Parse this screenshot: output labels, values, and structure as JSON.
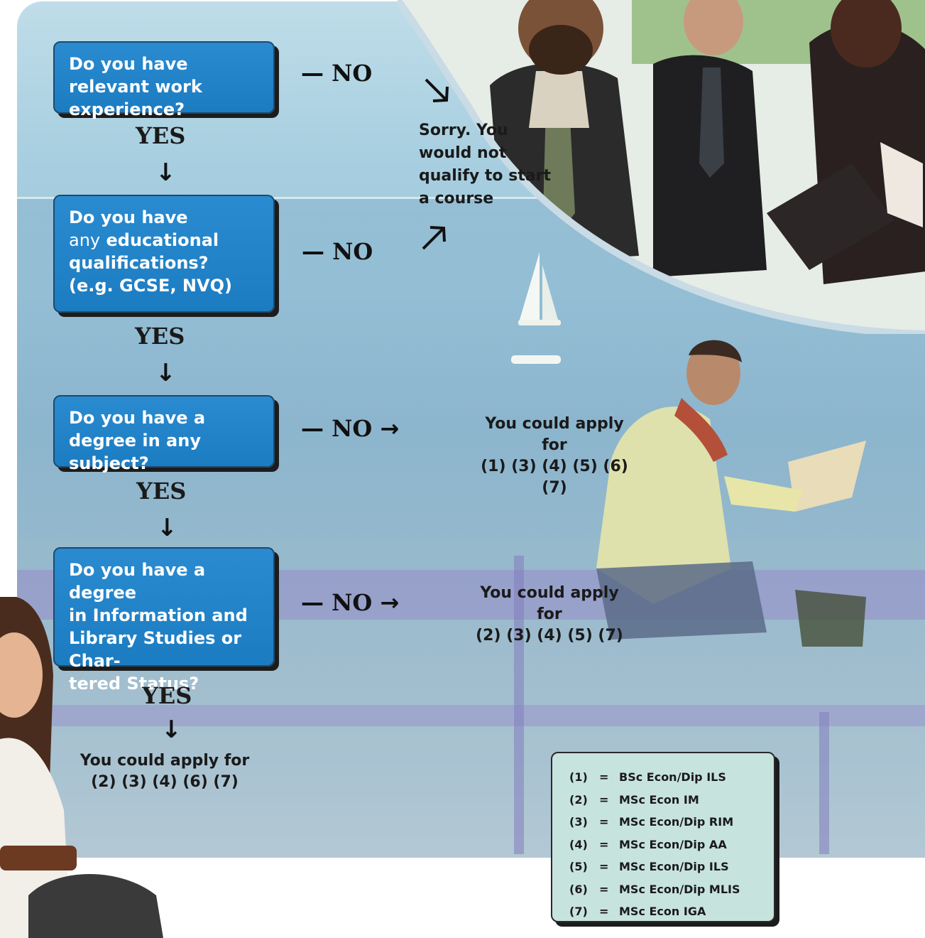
{
  "questions": [
    {
      "parts": [
        {
          "text": "Do you have relevant work experience?",
          "bold": true
        }
      ]
    },
    {
      "parts": [
        {
          "text": "Do you have",
          "bold": true
        },
        {
          "text": "any",
          "bold": false
        },
        {
          "text": "educational qualifications? (e.g. GCSE, NVQ)",
          "bold": true
        }
      ]
    },
    {
      "parts": [
        {
          "text": "Do you have a degree in any subject?",
          "bold": true
        }
      ]
    },
    {
      "parts": [
        {
          "text": "Do you have a degree in Information and Library Studies or Chartered Status?",
          "bold": true
        }
      ]
    }
  ],
  "q1_text": "Do you have relevant work experience?",
  "q2_line1": "Do you have",
  "q2_any": "any",
  "q2_bold": "educational",
  "q2_line3": "qualifications?",
  "q2_line4": "(e.g. GCSE, NVQ)",
  "q3_text": "Do you have a degree in any subject?",
  "q4_line1": "Do you have a degree",
  "q4_line2": "in Information and",
  "q4_line3": "Library Studies or Char-",
  "q4_line4": "tered Status?",
  "yes_label": "YES",
  "no_label": "NO",
  "sorry_text": "Sorry. You would not qualify to start a course",
  "result_q3": {
    "line1": "You could apply for",
    "line2": "(1) (3) (4) (5) (6) (7)"
  },
  "result_q4": {
    "line1": "You could apply for",
    "line2": "(2) (3) (4) (5) (7)"
  },
  "result_final": {
    "line1": "You could apply for",
    "line2": "(2) (3) (4) (6) (7)"
  },
  "legend": [
    {
      "code": "(1)",
      "eq": "=",
      "course": "BSc Econ/Dip ILS"
    },
    {
      "code": "(2)",
      "eq": "=",
      "course": "MSc Econ IM"
    },
    {
      "code": "(3)",
      "eq": "=",
      "course": "MSc Econ/Dip RIM"
    },
    {
      "code": "(4)",
      "eq": "=",
      "course": "MSc Econ/Dip AA"
    },
    {
      "code": "(5)",
      "eq": "=",
      "course": "MSc Econ/Dip ILS"
    },
    {
      "code": "(6)",
      "eq": "=",
      "course": "MSc Econ/Dip MLIS"
    },
    {
      "code": "(7)",
      "eq": "=",
      "course": "MSc Econ IGA"
    }
  ],
  "colors": {
    "question_box": "#1c7cc2",
    "legend_box": "#c7e3de",
    "text_dark": "#1a1a1a"
  }
}
